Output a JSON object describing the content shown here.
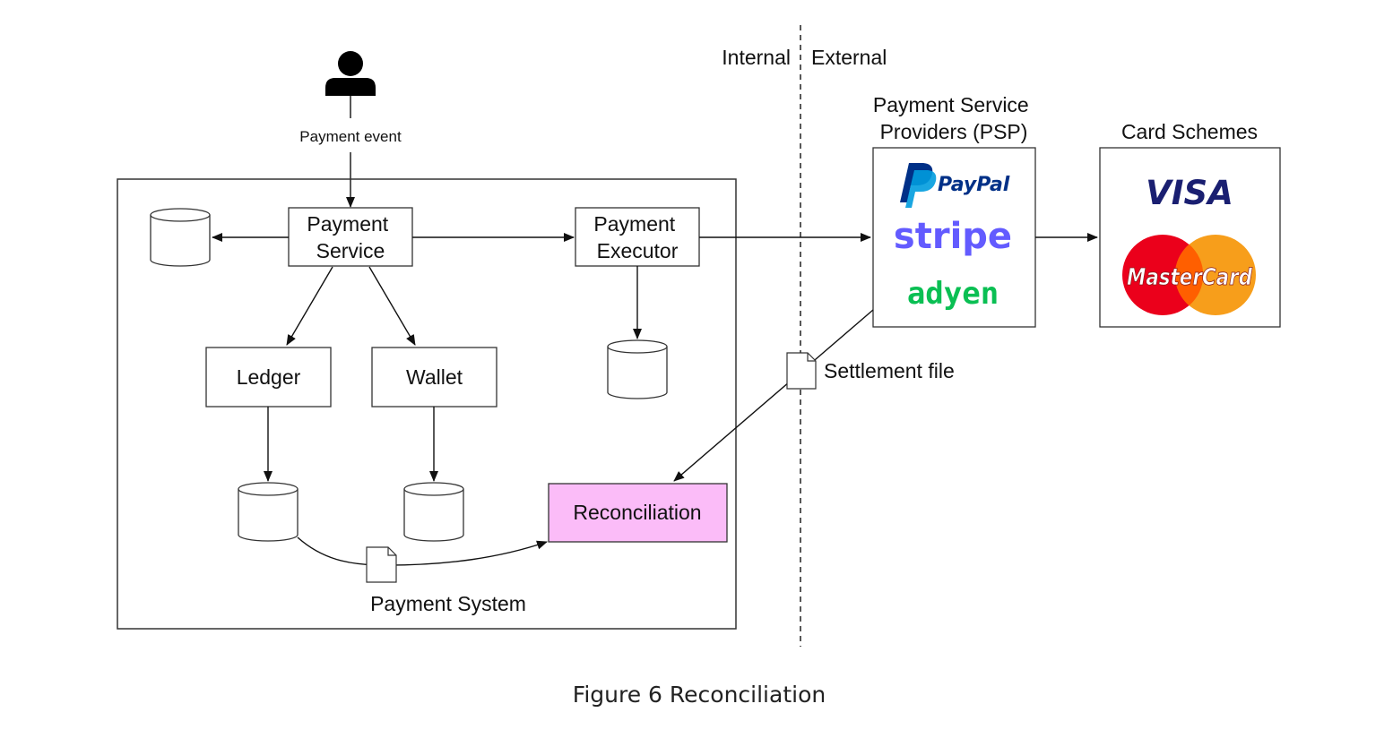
{
  "diagram": {
    "boundary": {
      "left": "Internal",
      "right": "External"
    },
    "actor_label": "Payment event",
    "system_label": "Payment System",
    "nodes": {
      "payment_service": [
        "Payment",
        "Service"
      ],
      "payment_executor": [
        "Payment",
        "Executor"
      ],
      "ledger": "Ledger",
      "wallet": "Wallet",
      "reconciliation": "Reconciliation"
    },
    "psp": {
      "title": [
        "Payment Service",
        "Providers (PSP)"
      ],
      "logos": [
        "PayPal",
        "stripe",
        "adyen"
      ]
    },
    "card_schemes": {
      "title": "Card Schemes",
      "logos": [
        "VISA",
        "MasterCard"
      ]
    },
    "settlement_label": "Settlement file",
    "colors": {
      "reconciliation_fill": "#fbbcf8",
      "paypal_dark": "#003087",
      "paypal_light": "#009cde",
      "stripe": "#635bff",
      "adyen": "#0abf53",
      "visa": "#1a1f71",
      "mc_red": "#eb001b",
      "mc_orange": "#f79e1b"
    }
  },
  "caption": "Figure 6 Reconciliation"
}
